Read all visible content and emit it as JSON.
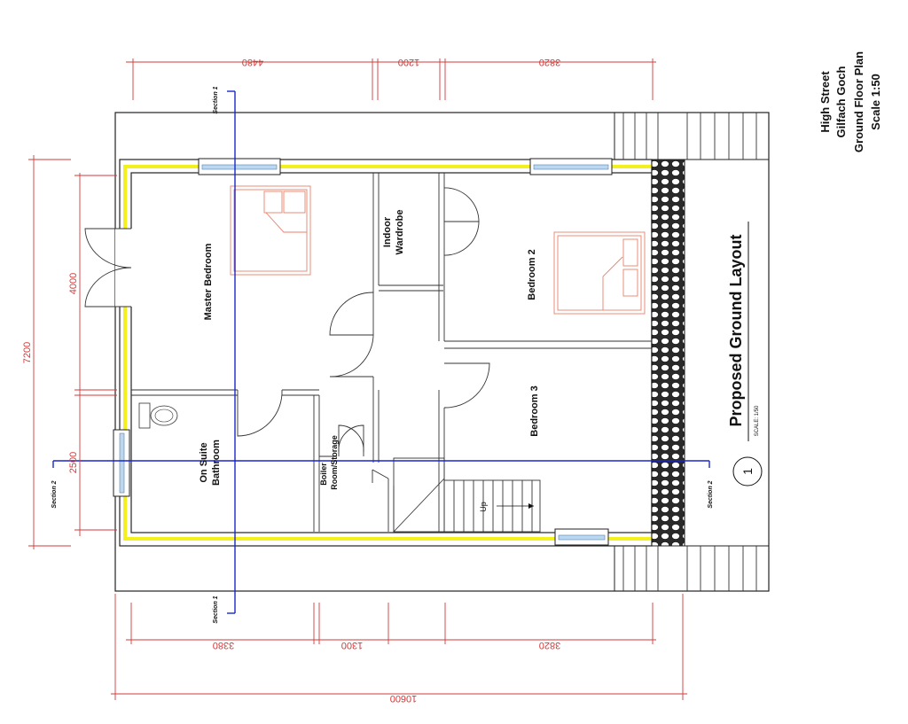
{
  "title_block": {
    "line1": "High Street",
    "line2": "Gilfach Goch",
    "line3": "Ground Floor Plan",
    "line4": "Scale 1:50"
  },
  "drawing": {
    "title": "Proposed Ground Layout",
    "scale": "SCALE: 1/50",
    "number": "1"
  },
  "rooms": {
    "master_bedroom": "Master Bedroom",
    "indoor": "Indoor",
    "wardrobe": "Wardrobe",
    "bedroom2": "Bedroom 2",
    "bedroom3": "Bedroom 3",
    "on_suite": "On Suite",
    "bathroom": "Bathroom",
    "boiler": "Boiler",
    "room_storage": "Room/Storage",
    "up": "Up"
  },
  "sections": {
    "section1": "Section 1",
    "section2": "Section 2"
  },
  "dimensions": {
    "top_a": "4480",
    "top_b": "1200",
    "top_c": "3820",
    "bottom_a": "3380",
    "bottom_b": "1300",
    "bottom_c": "3820",
    "bottom_total": "10600",
    "left_total": "7200",
    "left_a": "4000",
    "left_b": "2500"
  },
  "colors": {
    "wall_insulation": "#f3f01e",
    "dimension": "#d23a3a",
    "section_line": "#1a27c9",
    "furniture": "#e8806a",
    "window": "#bcd8f0"
  }
}
